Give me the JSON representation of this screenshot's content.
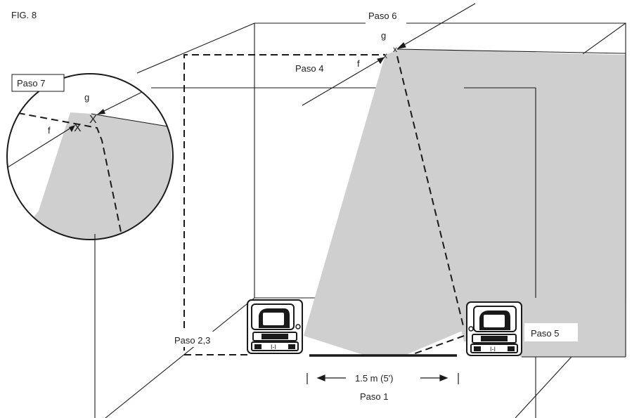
{
  "figure": {
    "label": "FIG. 8"
  },
  "steps": {
    "paso1": "Paso 1",
    "paso23": "Paso 2,3",
    "paso4": "Paso 4",
    "paso5": "Paso 5",
    "paso6": "Paso 6",
    "paso7": "Paso 7"
  },
  "marks": {
    "f": "f",
    "g": "g",
    "x_small": "x",
    "x_large": "X"
  },
  "distance": {
    "label": "1.5 m (5')"
  },
  "colors": {
    "line": "#1a1a1a",
    "laser_plane": "#cfcfcf",
    "background": "#ffffff"
  }
}
